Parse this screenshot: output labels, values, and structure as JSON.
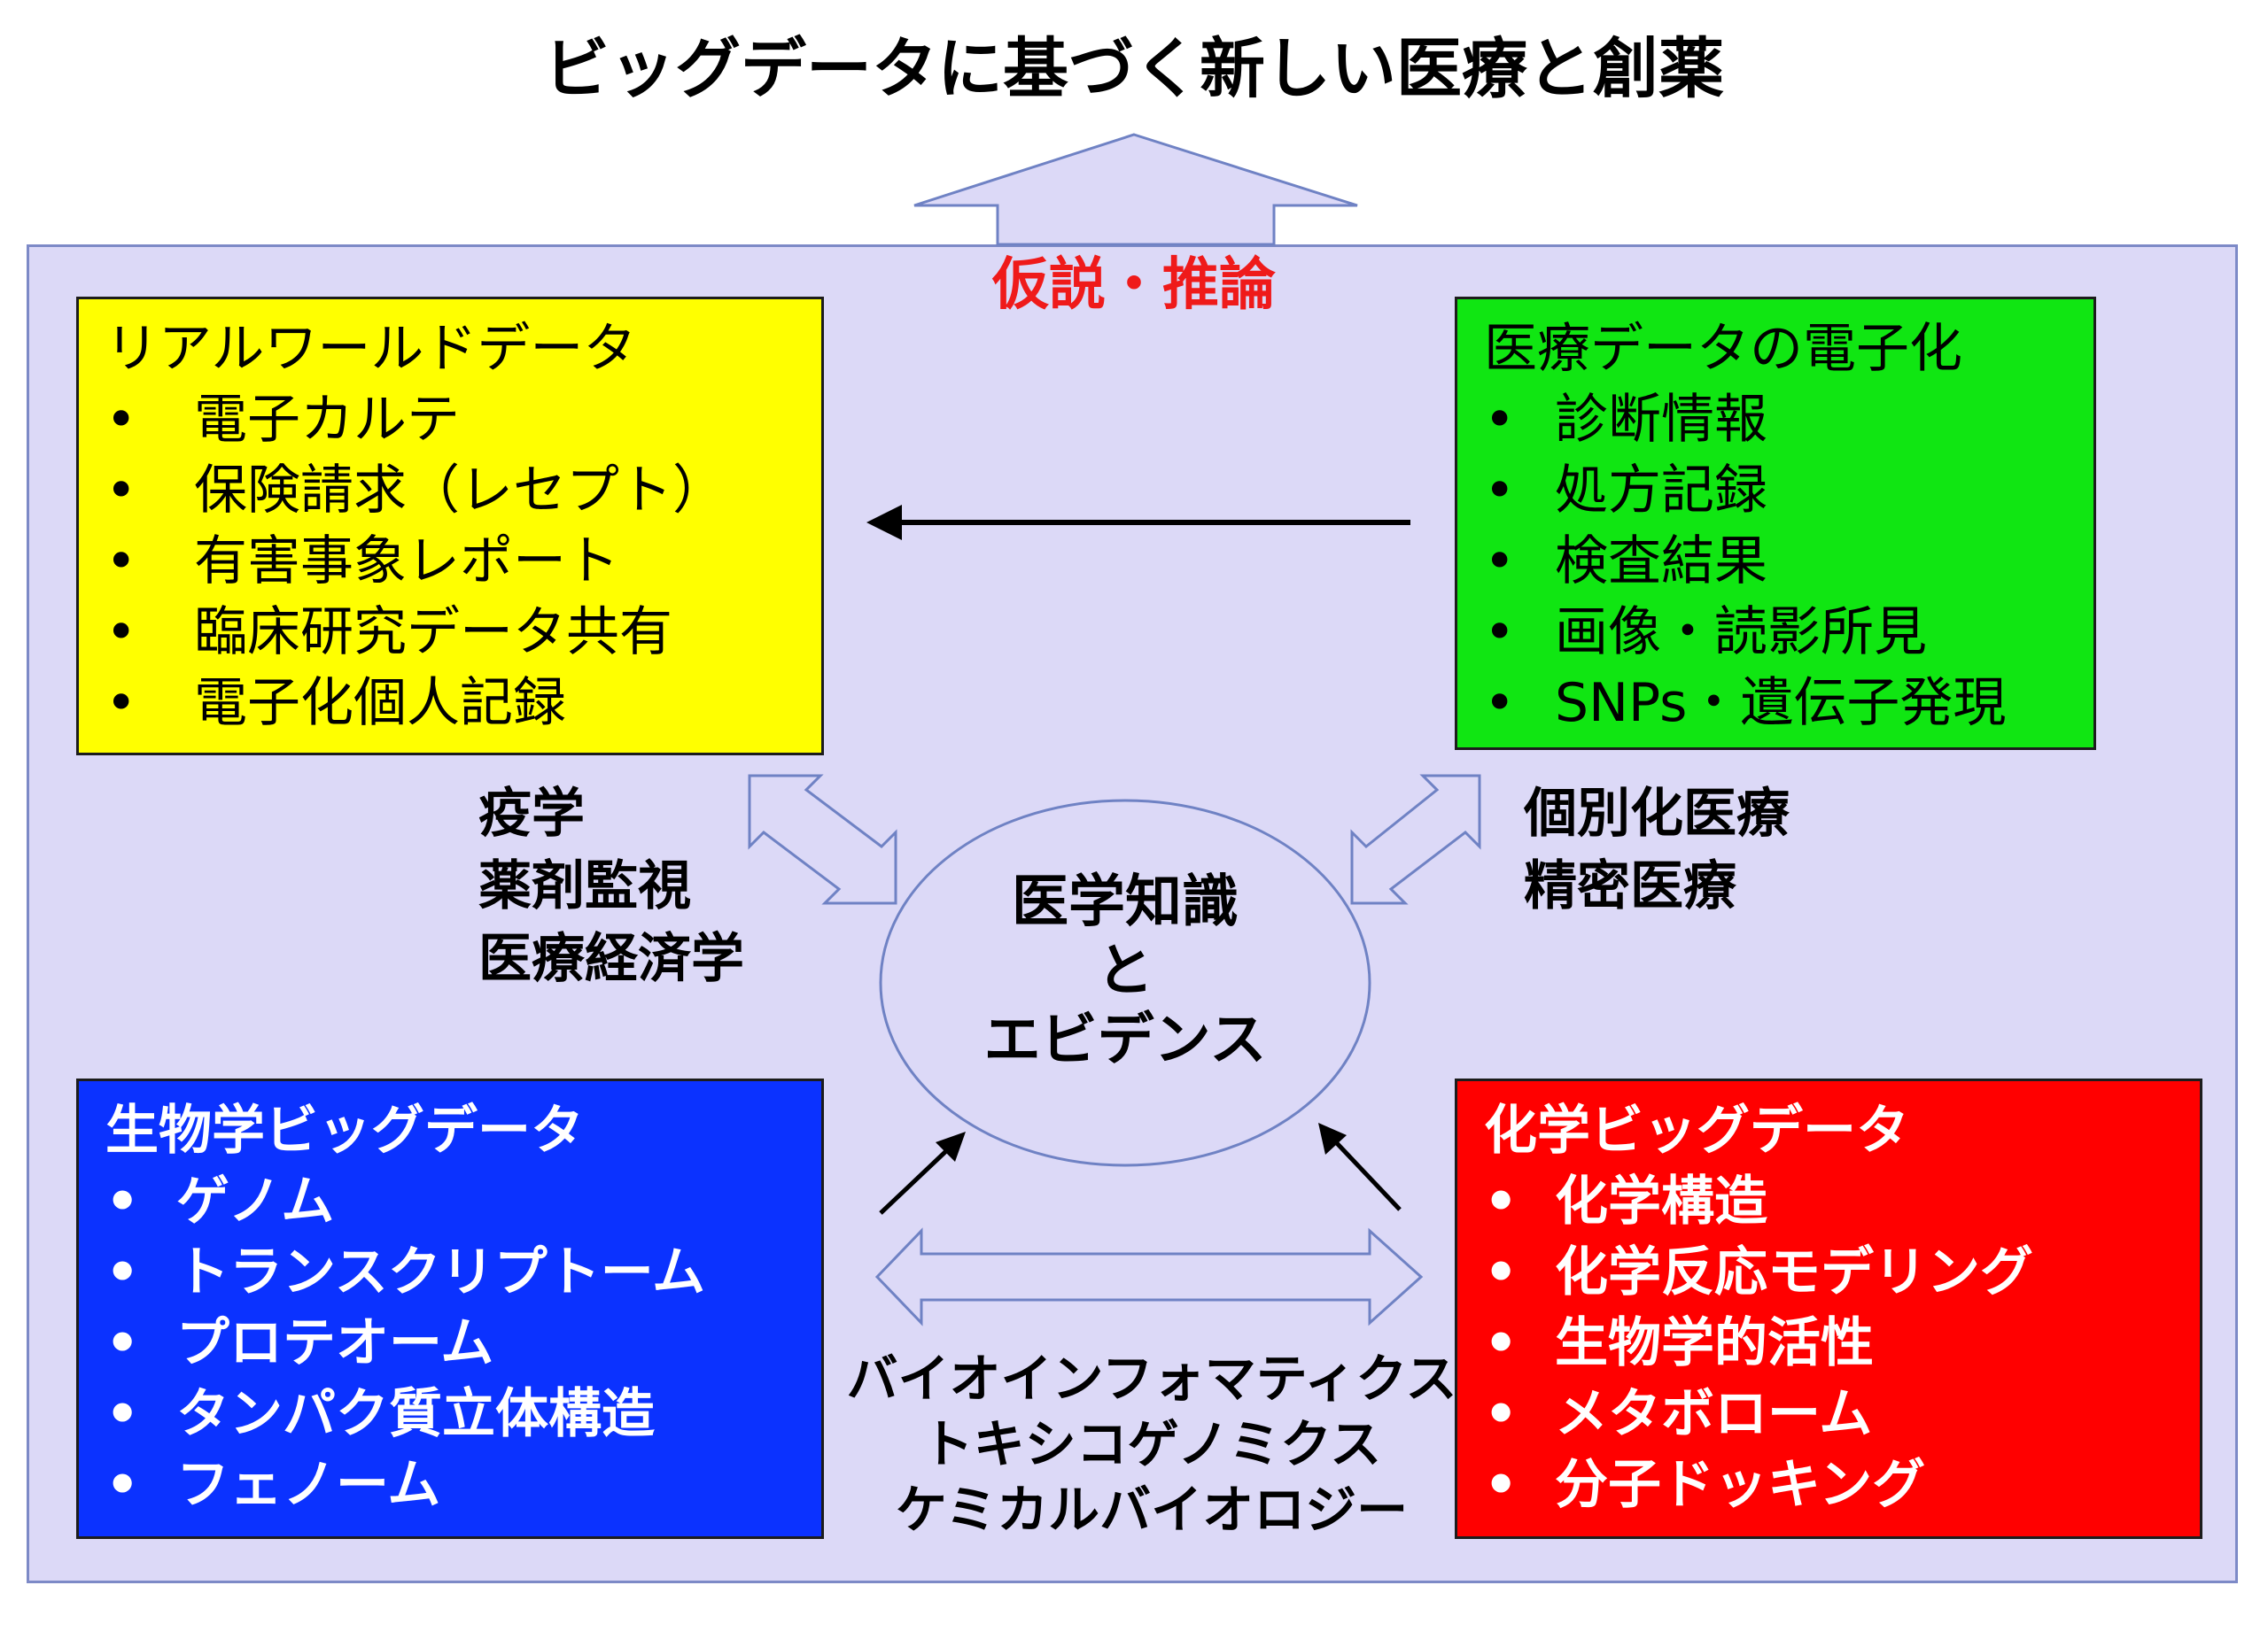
{
  "title": "ビッグデータに基づく新しい医療と創薬",
  "hypothesis_label": "仮説・推論",
  "real_world": {
    "heading": "リアルワールドデータ",
    "items": [
      "電子カルテ",
      "保険請求（レセプト）",
      "有害事象レポート",
      "臨床研究データ共有",
      "電子化個人記録"
    ]
  },
  "ehr": {
    "heading": "医療データの電子化",
    "items": [
      "診断情報",
      "処方記録",
      "検査結果",
      "画像・読影所見",
      "SNPs・遺伝子発現"
    ]
  },
  "bio": {
    "heading": "生物学ビッグデータ",
    "items": [
      "ゲノム",
      "トランスクリプトーム",
      "プロテオーム",
      "タンパク質立体構造",
      "フェノーム"
    ]
  },
  "chem": {
    "heading": "化学ビッグデータ",
    "items": [
      "化学構造",
      "化学反応モデリング",
      "生物学的活性",
      "メタボローム",
      "分子ドッキング"
    ]
  },
  "bullet": "•",
  "left_fields": [
    "疫学",
    "薬剤監視",
    "医療経済学"
  ],
  "right_fields": [
    "個別化医療",
    "精密医療"
  ],
  "center": [
    "医学知識",
    "と",
    "エビデンス"
  ],
  "bottom_fields": [
    "バイオインフォマティクス",
    "トキシコゲノミクス",
    "ケミカルバイオロジー"
  ],
  "colors": {
    "frame_fill": "#dcd9f7",
    "frame_border": "#7d8ac7",
    "real_world_box": "#ffff00",
    "ehr_box": "#10e612",
    "bio_box": "#0b32ff",
    "chem_box": "#ff0000",
    "hypothesis_text": "#ef1a1a"
  }
}
